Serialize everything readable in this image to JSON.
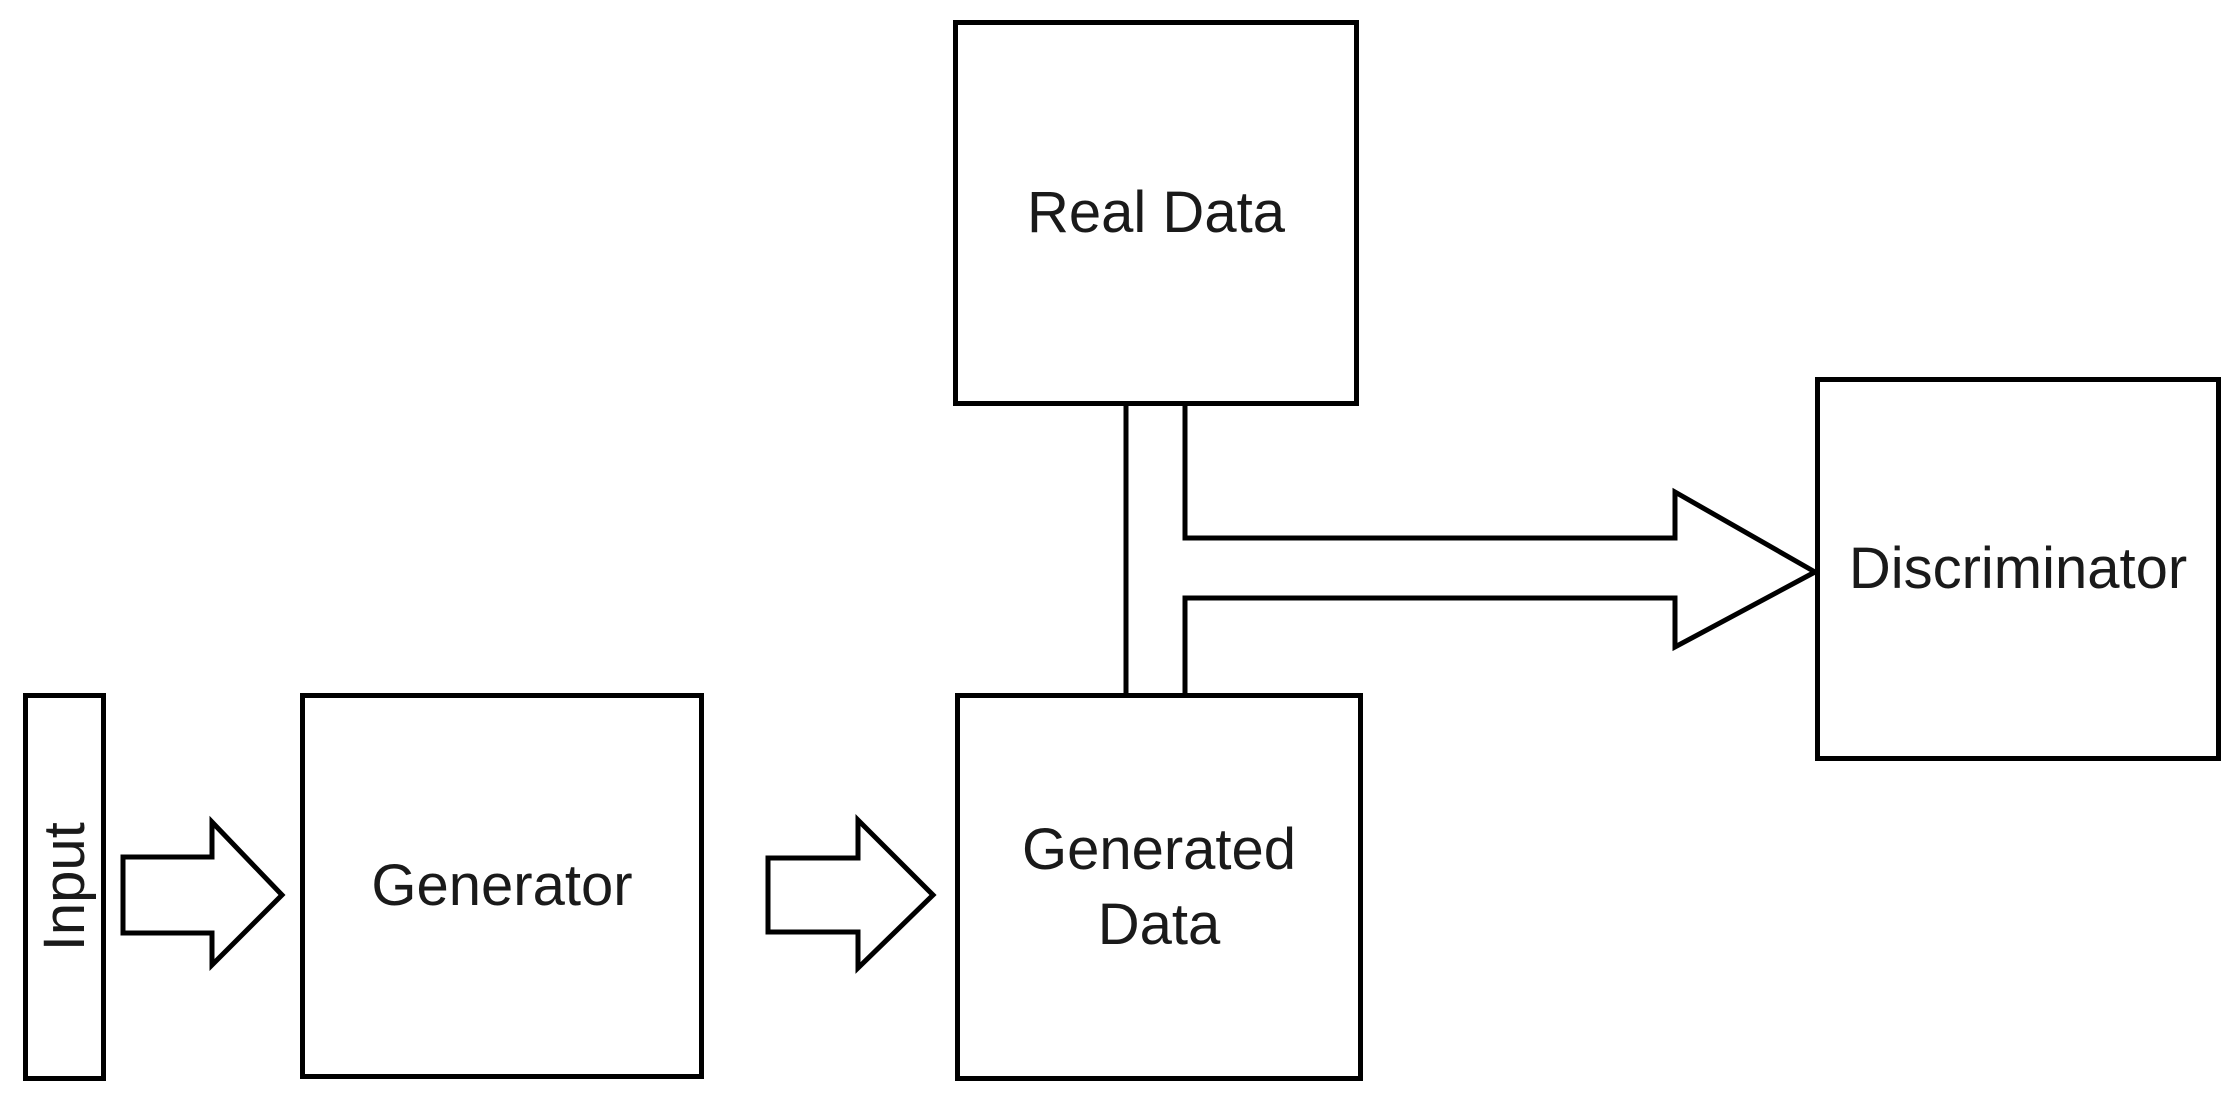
{
  "diagram": {
    "type": "flowchart",
    "background_color": "#ffffff",
    "line_color": "#000000",
    "text_color": "#1a1a1a",
    "nodes": {
      "input": {
        "label": "Input",
        "text_orientation": "rotated-90-ccw"
      },
      "generator": {
        "label": "Generator"
      },
      "real_data": {
        "label": "Real Data"
      },
      "generated_data": {
        "line1": "Generated",
        "line2": "Data"
      },
      "discriminator": {
        "label": "Discriminator"
      }
    },
    "edges": [
      {
        "from": "Input",
        "to": "Generator",
        "style": "hollow-block-arrow"
      },
      {
        "from": "Generator",
        "to": "Generated Data",
        "style": "hollow-block-arrow"
      },
      {
        "from": "Real Data",
        "to": "Discriminator",
        "style": "double-line-pipe-merging-into-open-arrow"
      },
      {
        "from": "Generated Data",
        "to": "Discriminator",
        "style": "double-line-pipe-merging-into-open-arrow"
      }
    ]
  }
}
